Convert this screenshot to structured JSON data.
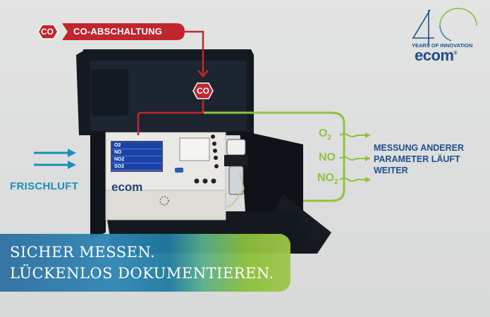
{
  "logo": {
    "number": "40",
    "tagline": "YEARS OF INNOVATION",
    "brand": "ecom",
    "registered": "®"
  },
  "co_alert": {
    "badge": "CO",
    "label": "CO-ABSCHALTUNG",
    "valve_badge": "CO",
    "color": "#c0262d"
  },
  "gases": {
    "items": [
      {
        "base": "O",
        "sub": "2"
      },
      {
        "base": "NO",
        "sub": ""
      },
      {
        "base": "NO",
        "sub": "2"
      }
    ],
    "color": "#8fc23f"
  },
  "measurement_note": {
    "lines": [
      "MESSUNG ANDERER",
      "PARAMETER LÄUFT",
      "WEITER"
    ],
    "color": "#1f4e8c"
  },
  "fresh_air": {
    "label": "FRISCHLUFT",
    "color": "#1b8fb5"
  },
  "device": {
    "brand": "ecom",
    "screen_rows": [
      "O2",
      "NO",
      "NO2",
      "SO2"
    ]
  },
  "headline": {
    "line1": "SICHER MESSEN.",
    "line2": "LÜCKENLOS DOKUMENTIEREN."
  }
}
